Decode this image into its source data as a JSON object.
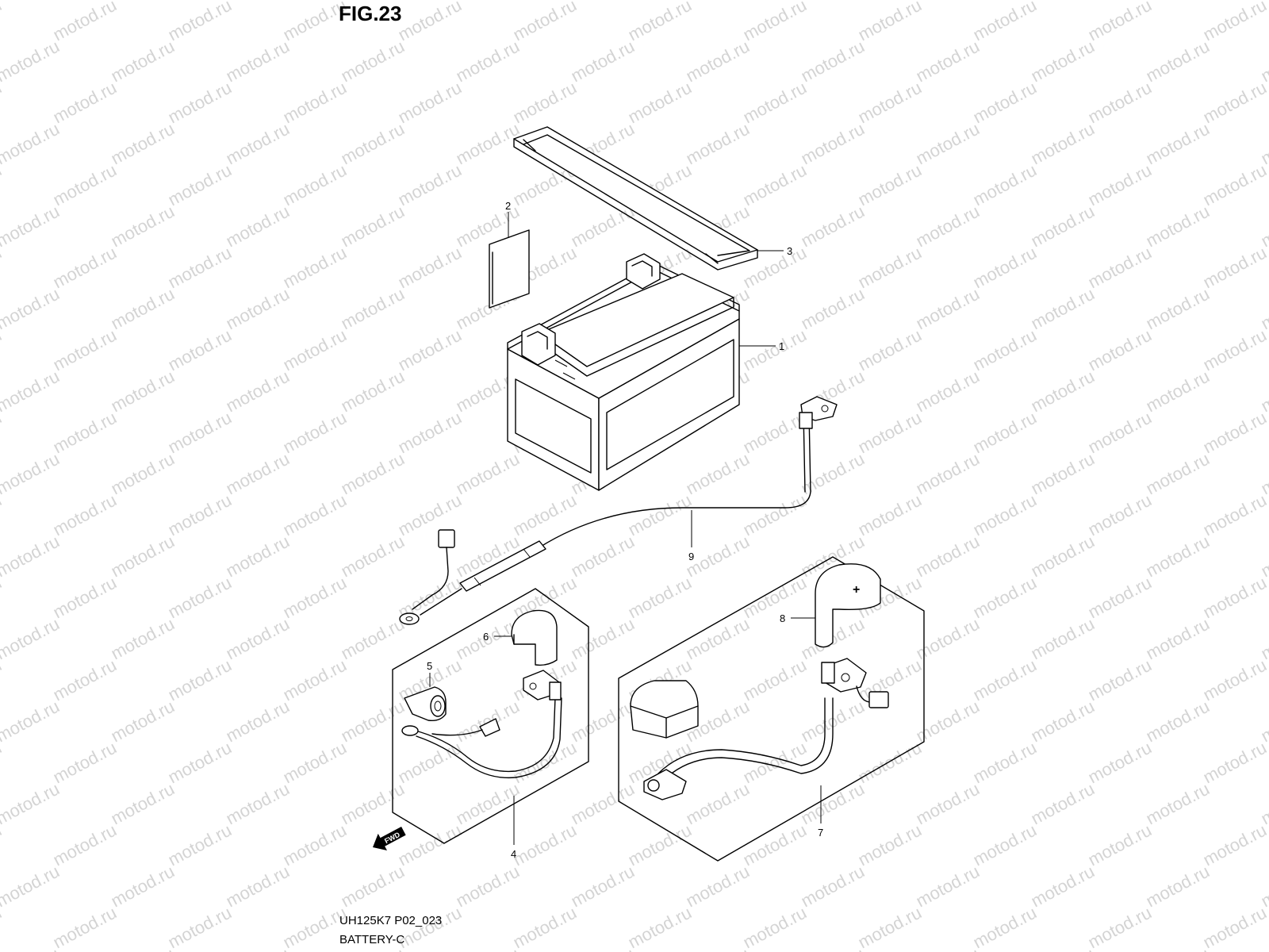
{
  "figure": {
    "title": "FIG.23",
    "code": "UH125K7 P02_023",
    "name": "BATTERY-C"
  },
  "watermark": "motod.ru",
  "fwd_label": "FWD",
  "plus_mark": "+",
  "callouts": [
    "1",
    "2",
    "3",
    "4",
    "5",
    "6",
    "7",
    "8",
    "9"
  ]
}
